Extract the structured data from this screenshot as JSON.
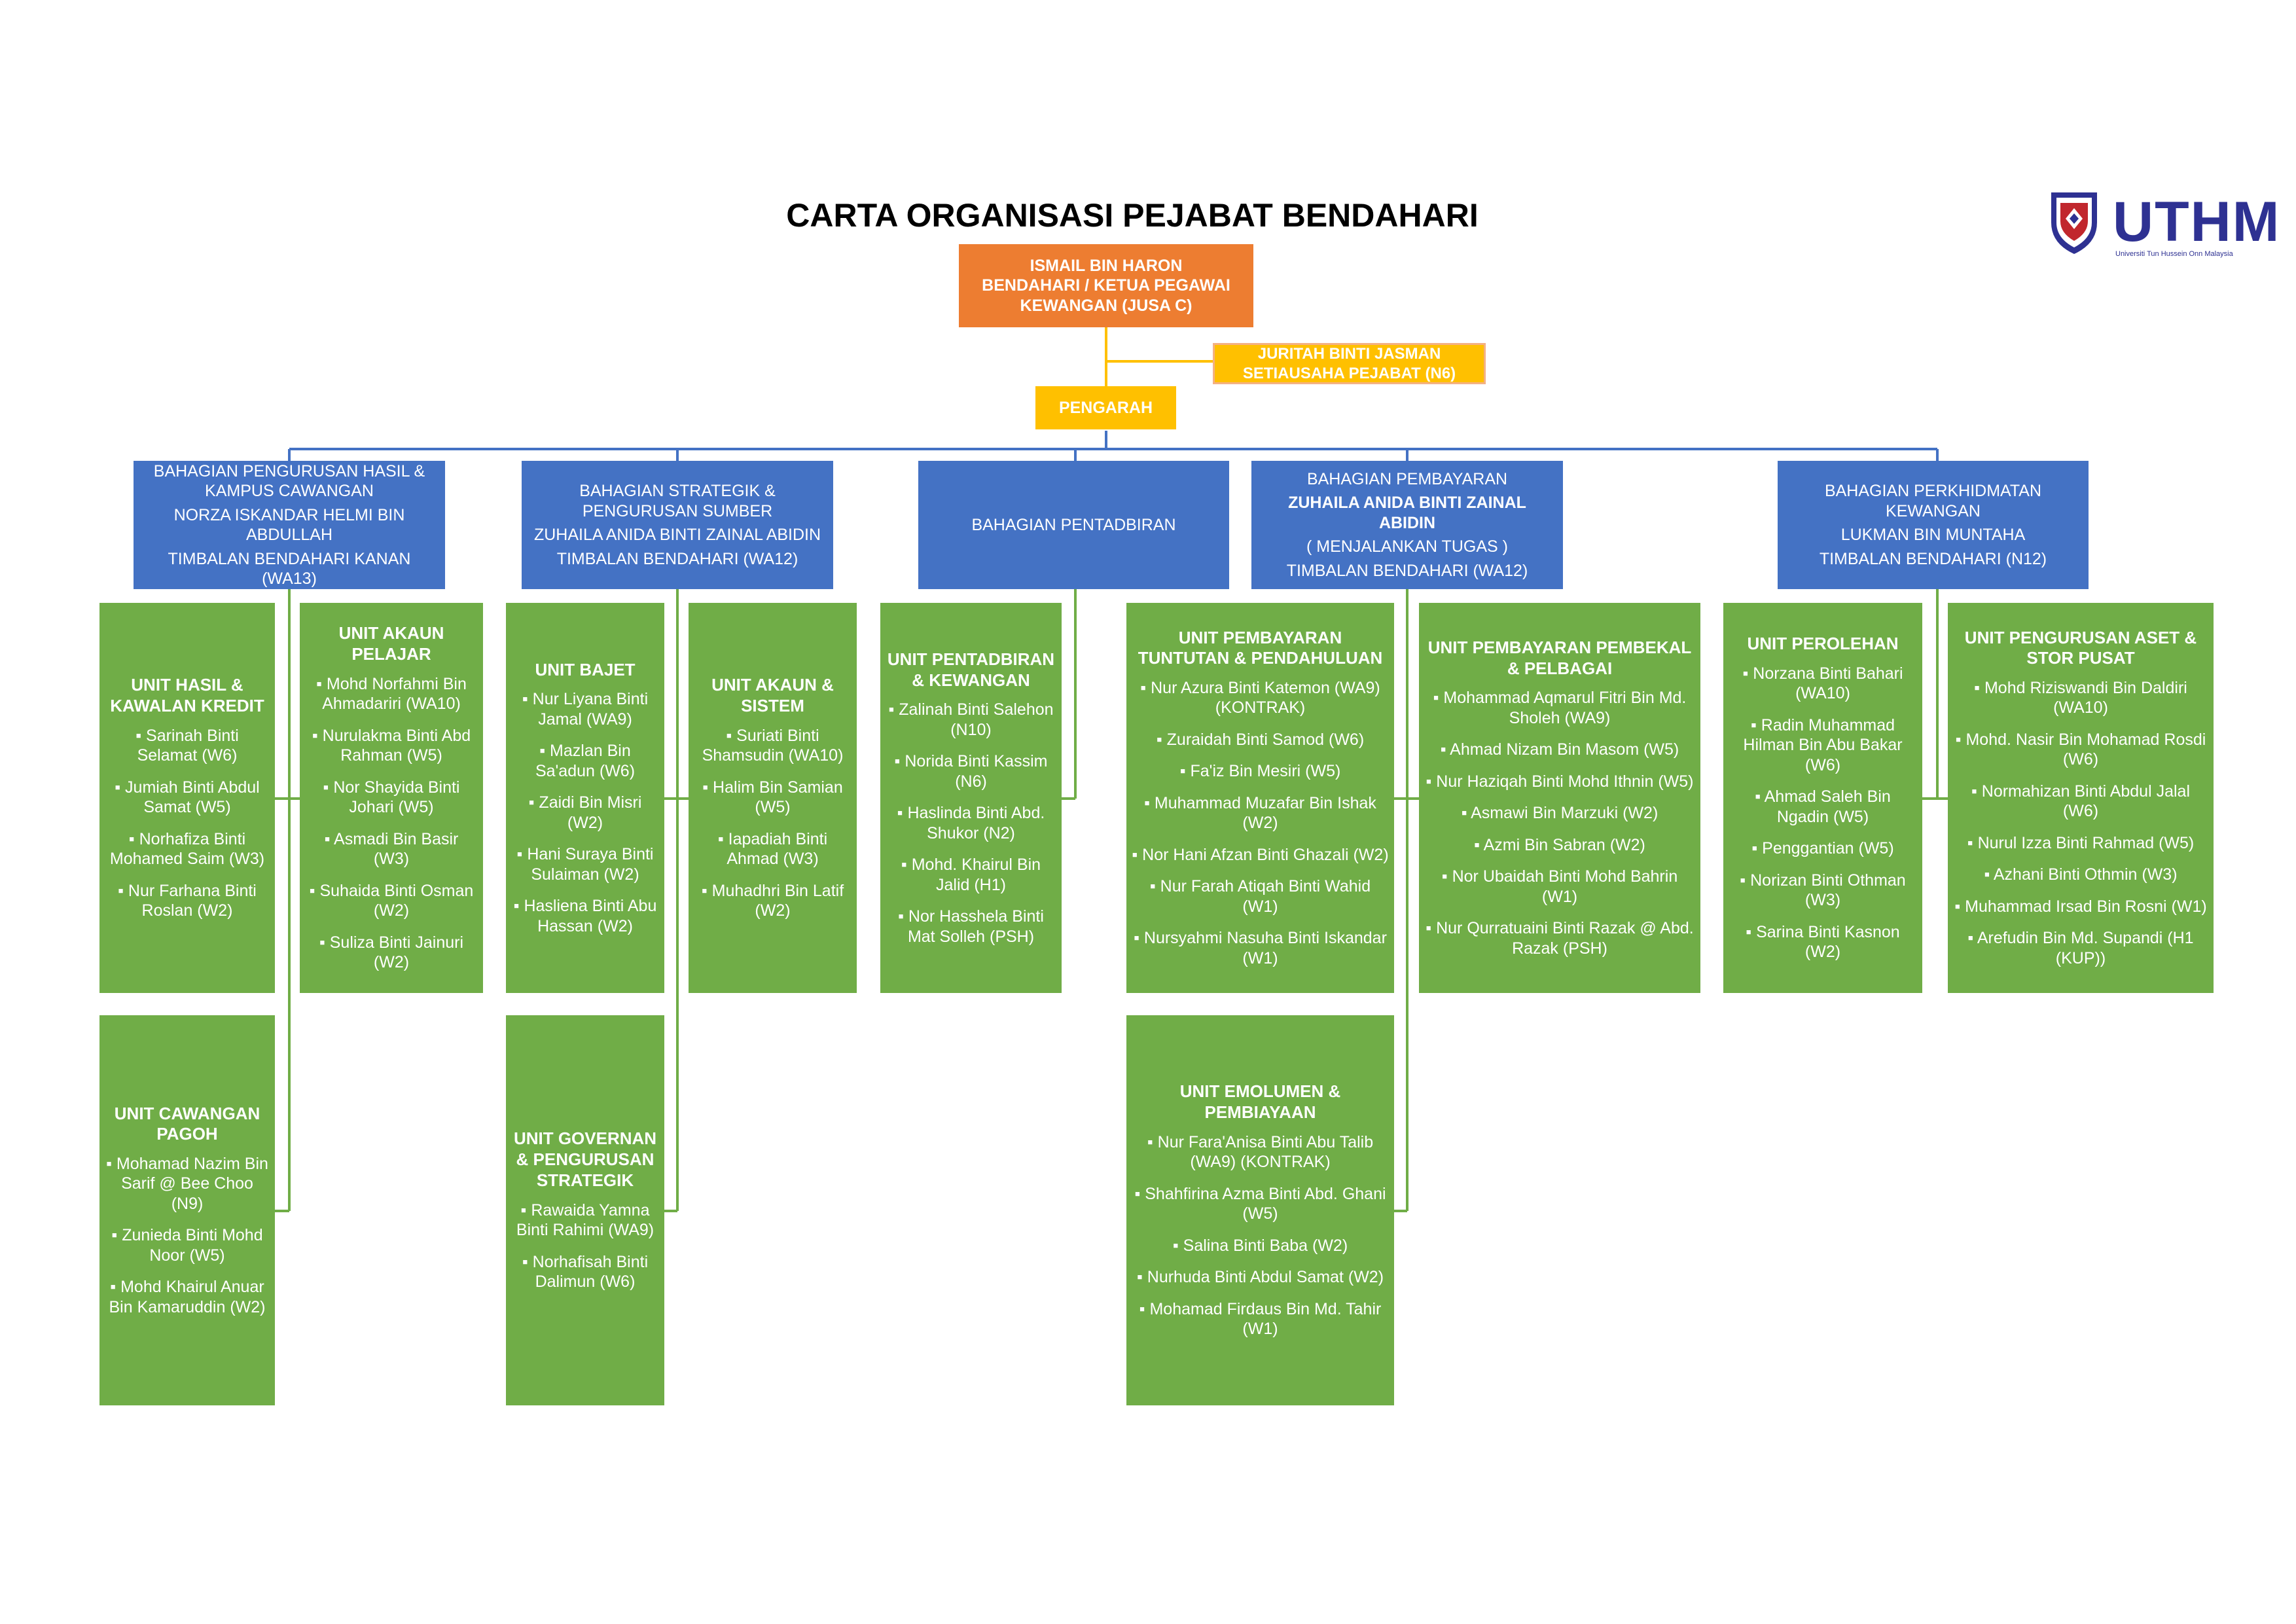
{
  "title": "CARTA ORGANISASI PEJABAT BENDAHARI",
  "logo": {
    "brand": "UTHM",
    "tagline": "Universiti Tun Hussein Onn Malaysia"
  },
  "colors": {
    "head": "#ed7d31",
    "director": "#ffc000",
    "division": "#4472c4",
    "unit": "#70ad47",
    "connector": "#4472c4",
    "connector_top": "#ffc000"
  },
  "head": {
    "name": "ISMAIL BIN HARON",
    "role_1": "BENDAHARI / KETUA PEGAWAI",
    "role_2": "KEWANGAN (JUSA C)"
  },
  "secretary": {
    "name": "JURITAH BINTI JASMAN",
    "role": "SETIAUSAHA PEJABAT (N6)"
  },
  "director": {
    "label": "PENGARAH"
  },
  "divisions": [
    {
      "name": "BAHAGIAN PENGURUSAN HASIL & KAMPUS CAWANGAN",
      "person": "NORZA ISKANDAR HELMI BIN ABDULLAH",
      "role": "TIMBALAN BENDAHARI KANAN (WA13)"
    },
    {
      "name": "BAHAGIAN STRATEGIK & PENGURUSAN SUMBER",
      "person": "ZUHAILA ANIDA BINTI ZAINAL ABIDIN",
      "role": "TIMBALAN BENDAHARI (WA12)"
    },
    {
      "name": "BAHAGIAN PENTADBIRAN"
    },
    {
      "name": "BAHAGIAN PEMBAYARAN",
      "person": "ZUHAILA ANIDA BINTI ZAINAL ABIDIN",
      "note": "( MENJALANKAN TUGAS )",
      "role": "TIMBALAN BENDAHARI (WA12)"
    },
    {
      "name": "BAHAGIAN PERKHIDMATAN KEWANGAN",
      "person": "LUKMAN BIN MUNTAHA",
      "role": "TIMBALAN BENDAHARI (N12)"
    }
  ],
  "units": [
    {
      "name": "UNIT HASIL & KAWALAN KREDIT",
      "members": [
        "▪ Sarinah Binti Selamat (W6)",
        "▪ Jumiah Binti Abdul Samat (W5)",
        "▪ Norhafiza Binti Mohamed Saim (W3)",
        "▪ Nur Farhana Binti Roslan (W2)"
      ]
    },
    {
      "name": "UNIT AKAUN PELAJAR",
      "members": [
        "▪ Mohd Norfahmi Bin Ahmadariri (WA10)",
        "▪ Nurulakma Binti Abd Rahman (W5)",
        "▪ Nor Shayida Binti Johari (W5)",
        "▪ Asmadi Bin Basir (W3)",
        "▪ Suhaida Binti Osman (W2)",
        "▪ Suliza Binti Jainuri (W2)"
      ]
    },
    {
      "name": "UNIT CAWANGAN PAGOH",
      "members": [
        "▪ Mohamad Nazim Bin Sarif @ Bee Choo (N9)",
        "▪ Zunieda Binti Mohd Noor  (W5)",
        "▪ Mohd Khairul Anuar Bin Kamaruddin (W2)"
      ]
    },
    {
      "name": "UNIT BAJET",
      "members": [
        "▪ Nur Liyana Binti Jamal (WA9)",
        "▪ Mazlan Bin Sa'adun (W6)",
        "▪ Zaidi Bin Misri (W2)",
        "▪ Hani Suraya Binti Sulaiman (W2)",
        "▪ Hasliena Binti Abu Hassan  (W2)"
      ]
    },
    {
      "name": "UNIT AKAUN & SISTEM",
      "members": [
        "▪ Suriati Binti Shamsudin  (WA10)",
        "▪ Halim Bin Samian (W5)",
        "▪ Iapadiah Binti Ahmad (W3)",
        "▪ Muhadhri Bin Latif (W2)"
      ]
    },
    {
      "name": "UNIT GOVERNAN & PENGURUSAN STRATEGIK",
      "members": [
        "▪ Rawaida Yamna Binti Rahimi (WA9)",
        "▪ Norhafisah Binti Dalimun (W6)"
      ]
    },
    {
      "name": "UNIT PENTADBIRAN & KEWANGAN",
      "members": [
        "▪ Zalinah Binti Salehon (N10)",
        "▪ Norida Binti Kassim (N6)",
        "▪ Haslinda Binti Abd. Shukor (N2)",
        "▪ Mohd. Khairul Bin Jalid (H1)",
        "▪ Nor Hasshela Binti Mat Solleh (PSH)"
      ]
    },
    {
      "name": "UNIT PEMBAYARAN TUNTUTAN & PENDAHULUAN",
      "members": [
        "▪ Nur Azura Binti Katemon (WA9) (KONTRAK)",
        "▪ Zuraidah Binti Samod (W6)",
        "▪ Fa'iz Bin Mesiri (W5)",
        "▪ Muhammad Muzafar Bin Ishak (W2)",
        "▪ Nor Hani Afzan Binti Ghazali (W2)",
        "▪ Nur Farah Atiqah Binti Wahid (W1)",
        "▪ Nursyahmi Nasuha Binti Iskandar (W1)"
      ]
    },
    {
      "name": "UNIT EMOLUMEN & PEMBIAYAAN",
      "members": [
        "▪ Nur Fara'Anisa Binti Abu Talib (WA9) (KONTRAK)",
        "▪ Shahfirina Azma Binti Abd. Ghani (W5)",
        "▪ Salina Binti Baba (W2)",
        "▪ Nurhuda Binti Abdul Samat (W2)",
        "▪ Mohamad Firdaus Bin Md. Tahir (W1)"
      ]
    },
    {
      "name": "UNIT PEMBAYARAN PEMBEKAL & PELBAGAI",
      "members": [
        "▪ Mohammad Aqmarul Fitri Bin Md. Sholeh (WA9)",
        "▪ Ahmad Nizam Bin Masom (W5)",
        "▪ Nur Haziqah Binti Mohd Ithnin (W5)",
        "▪ Asmawi Bin Marzuki (W2)",
        "▪ Azmi Bin Sabran (W2)",
        "▪ Nor Ubaidah Binti Mohd Bahrin (W1)",
        "▪ Nur Qurratuaini Binti Razak @ Abd. Razak (PSH)"
      ]
    },
    {
      "name": "UNIT PEROLEHAN",
      "members": [
        "▪ Norzana Binti Bahari (WA10)",
        "▪ Radin Muhammad Hilman Bin Abu Bakar (W6)",
        "▪ Ahmad Saleh Bin Ngadin (W5)",
        "▪ Penggantian  (W5)",
        "▪ Norizan Binti Othman (W3)",
        "▪ Sarina Binti Kasnon (W2)"
      ]
    },
    {
      "name": "UNIT PENGURUSAN ASET & STOR  PUSAT",
      "members": [
        "▪ Mohd Riziswandi Bin Daldiri (WA10)",
        "▪ Mohd. Nasir Bin Mohamad Rosdi (W6)",
        "▪ Normahizan Binti Abdul Jalal (W6)",
        "▪ Nurul Izza Binti Rahmad (W5)",
        "▪ Azhani Binti Othmin (W3)",
        "▪ Muhammad Irsad Bin Rosni (W1)",
        "▪ Arefudin Bin Md. Supandi (H1 (KUP))"
      ]
    }
  ]
}
